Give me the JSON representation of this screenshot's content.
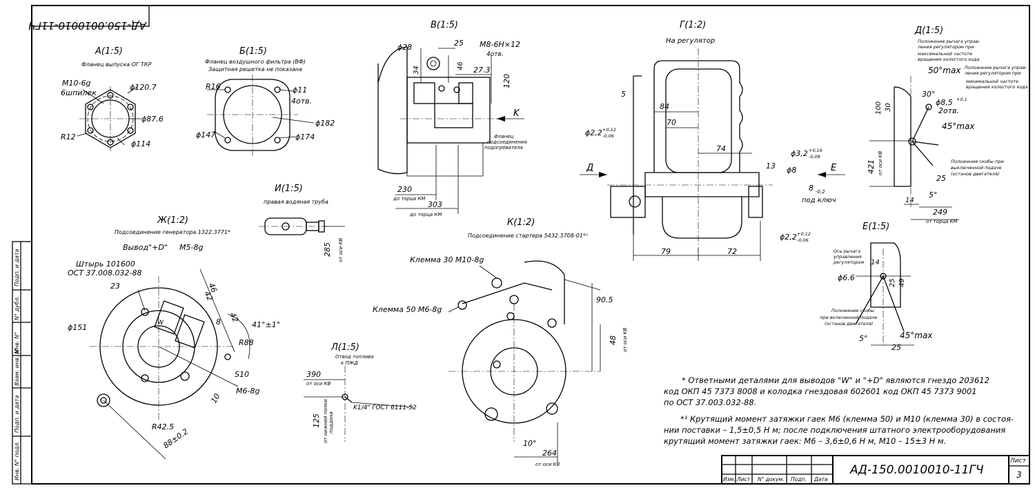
{
  "sheet": {
    "code": "АД-150.0010010-11ГЧ",
    "code_rotated": "АД-150.0010010-11ГЧ",
    "sheet_label": "Лист",
    "sheet_number": "3",
    "stamp_cols": [
      "Изм.",
      "Лист",
      "N° докум.",
      "Подп.",
      "Дата"
    ],
    "side_labels": [
      "Подп. и дата",
      "N° дубл.",
      "Инв. N°",
      "Взам. инв. N°",
      "Подп. и дата",
      "Инв. N° подл."
    ]
  },
  "views": {
    "A": {
      "title": "А(1:5)",
      "subtitle": "Фланец выпуска ОГ ТКР",
      "dims": [
        "M10-6g",
        "6шпилек",
        "ϕ120.7",
        "ϕ87.6",
        "R12",
        "ϕ114"
      ]
    },
    "B": {
      "title": "Б(1:5)",
      "sub1": "Фланец воздушного фильтра (ВФ)",
      "sub2": "Защитная решетка не показана",
      "dims": [
        "R16",
        "ϕ11",
        "4отв.",
        "ϕ182",
        "ϕ147",
        "ϕ174"
      ]
    },
    "V": {
      "title": "В(1:5)",
      "dims": [
        "ϕ28",
        "25",
        "M8-6H×12",
        "4отв.",
        "34",
        "46",
        "27.3",
        "120",
        "K",
        "230",
        "до торца КМ",
        "303",
        "до торца КМ"
      ],
      "note1": "Фланец",
      "note2": "подсоединения",
      "note3": "подогревателя"
    },
    "G": {
      "title": "Г(1:2)",
      "subtitle": "На регулятор",
      "dims": [
        "5",
        "84",
        "70",
        "74",
        "13",
        "ϕ8",
        "8",
        "-0,2",
        "под ключ",
        "79",
        "72",
        "Д",
        "Е"
      ],
      "d22_top": "ϕ2,2",
      "d22_top_tol1": "+0,12",
      "d22_top_tol2": "-0,06",
      "d32": "ϕ3,2",
      "d32_tol1": "+0,16",
      "d32_tol2": "-0,09",
      "d22_bot": "ϕ2,2",
      "d22_bot_tol1": "+0,12",
      "d22_bot_tol2": "-0,06"
    },
    "D": {
      "title": "Д(1:5)",
      "notes": [
        "Положение рычага управ-",
        "ления регулятором при",
        "максимальной частоте",
        "вращения холостого хода",
        "Положение рычага управ-",
        "ления регулятором при",
        "минимальной частоте",
        "вращения холостого хода",
        "Положение скобы при",
        "выключенной подаче",
        "(останов двигателя)"
      ],
      "dims": [
        "50°max",
        "30°",
        "ϕ8,5",
        "+0,1",
        "2отв.",
        "45°max",
        "100",
        "30",
        "421",
        "от оси КВ",
        "25",
        "5°",
        "14",
        "249",
        "от торца КМ"
      ]
    },
    "E": {
      "title": "Е(1:5)",
      "notes": [
        "Ось рычага",
        "управления",
        "регулятором",
        "Положение скобы",
        "при включенной подаче",
        "(останов двигателя)"
      ],
      "dims": [
        "14",
        "25",
        "49",
        "ϕ6.6",
        "5°",
        "25",
        "45°max"
      ]
    },
    "I": {
      "title": "И(1:5)",
      "subtitle": "правая водяная труба",
      "dims": [
        "285",
        "от оси КВ"
      ]
    },
    "Zh": {
      "title": "Ж(1:2)",
      "subtitle": "Подсоединение генератора 1322.3771*",
      "dims": [
        "Вывод\"+D\"",
        "M5-8g",
        "Штырь 101600",
        "ОСТ 37.008.032-88",
        "23",
        "46",
        "42",
        "8",
        "42",
        "41°±1°",
        "ϕ151",
        "R88",
        "S10",
        "M6-8g",
        "10",
        "R42.5",
        "88±0.2",
        "W"
      ]
    },
    "L": {
      "title": "Л(1:5)",
      "sub1": "Отвод топлива",
      "sub2": "к ПЖД",
      "dims": [
        "390",
        "от оси КВ",
        "125",
        "от нижней полки",
        "поддона",
        "K1/4\" ГОСТ 6111-52"
      ]
    },
    "K": {
      "title": "К(1:2)",
      "subtitle": "Подсоединение стартера 5432.3708-01*¹",
      "dims": [
        "Клемма 30 M10-8g",
        "Клемма 50 M6-8g",
        "90.5",
        "48",
        "от оси КВ",
        "10°",
        "264",
        "от оси КВ"
      ]
    }
  },
  "notes": {
    "n1_l1": "* Ответными деталями для выводов \"W\" и \"+D\" являются гнездо 203612",
    "n1_l2": "код ОКП 45 7373 8008 и колодка гнездовая 602601 код ОКП 45 7373 9001",
    "n1_l3": "по ОСТ 37.003.032-88.",
    "n2_l1": "*¹ Крутящий момент затяжки гаек M6 (клемма 50) и M10 (клемма 30) в состоя-",
    "n2_l2": "нии поставки – 1,5±0,5 Н м; после подключения штатного электрооборудования",
    "n2_l3": "крутящий момент затяжки гаек: M6 – 3,6±0,6 Н м, M10 – 15±3 Н м."
  }
}
